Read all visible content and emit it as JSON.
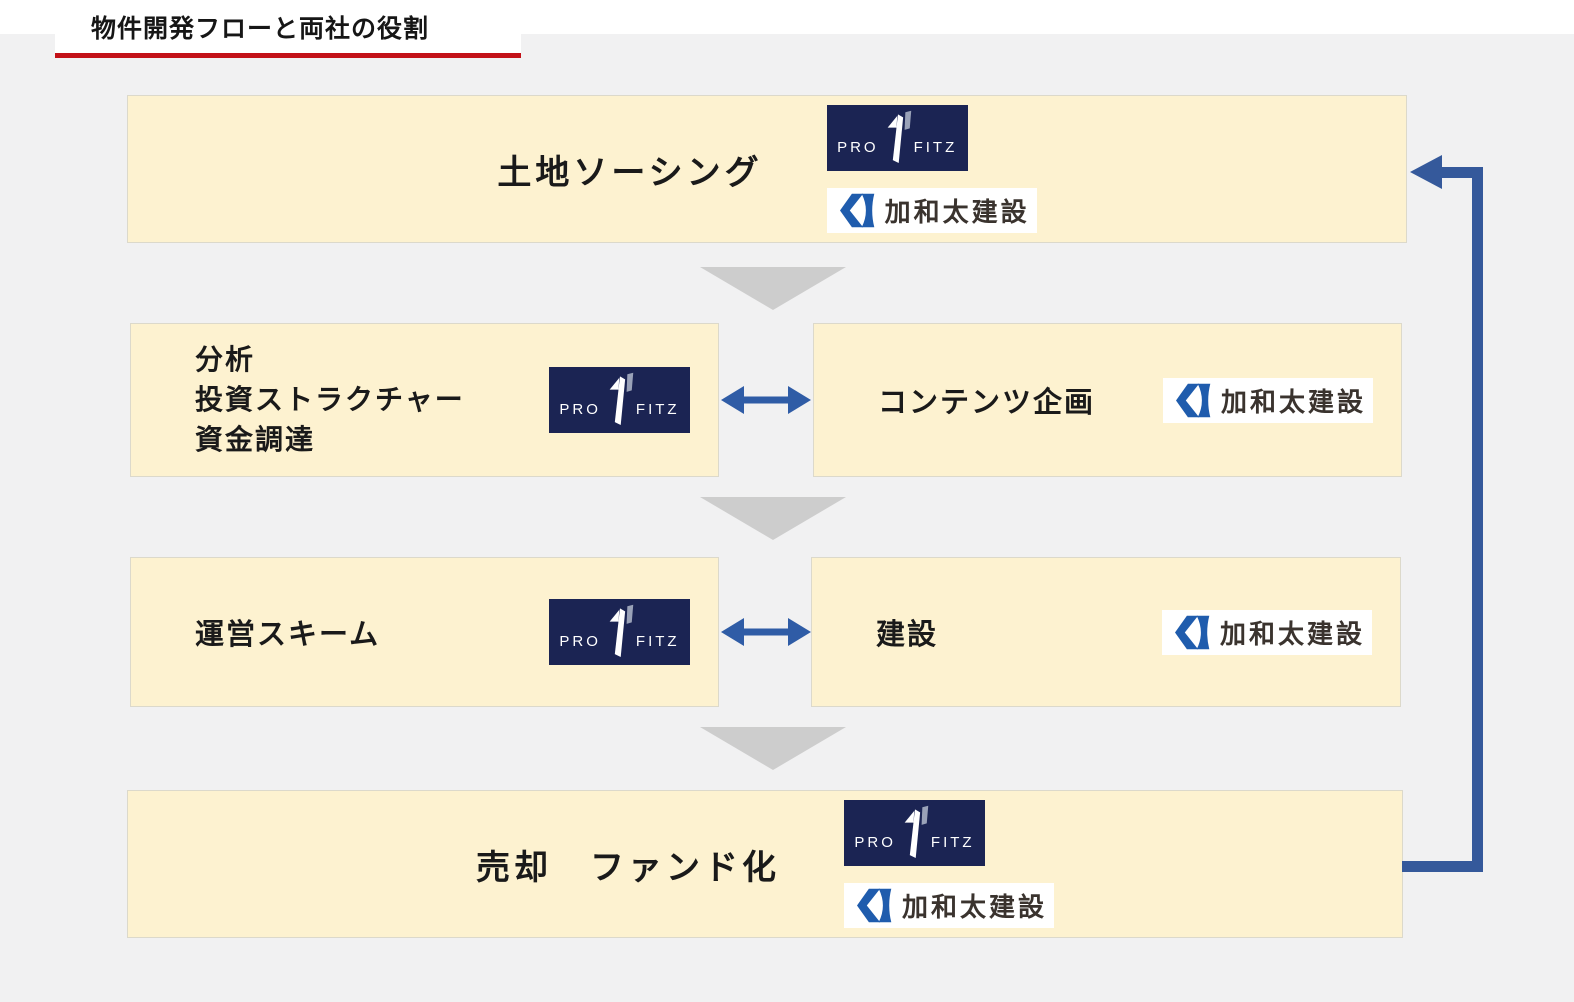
{
  "title": "物件開発フローと両社の役割",
  "logos": {
    "profitz": {
      "pro": "PRO",
      "fitz": "FITZ"
    },
    "kawata": {
      "name": "加和太建設"
    }
  },
  "flow": {
    "step1": {
      "label": "土地ソーシング"
    },
    "step2_left": {
      "line1": "分析",
      "line2": "投資ストラクチャー",
      "line3": "資金調達"
    },
    "step2_right": {
      "label": "コンテンツ企画"
    },
    "step3_left": {
      "label": "運営スキーム"
    },
    "step3_right": {
      "label": "建設"
    },
    "step4": {
      "label": "売却　ファンド化"
    }
  },
  "icons": {
    "down_arrow": "triangle-down",
    "bidirectional_arrow": "left-right-arrow",
    "feedback_arrow": "loop-back-arrow",
    "profitz_mark": "stylized-one-flag",
    "kawata_mark": "k-chevron"
  },
  "colors": {
    "background": "#f1f1f2",
    "box_fill": "#fdf2d0",
    "accent_red": "#c31118",
    "arrow_blue": "#35599b",
    "bidirectional_blue": "#2f5ca6",
    "triangle_gray": "#cdcdcd",
    "profitz_navy": "#1b2453",
    "kawata_blue": "#1f5cad"
  }
}
